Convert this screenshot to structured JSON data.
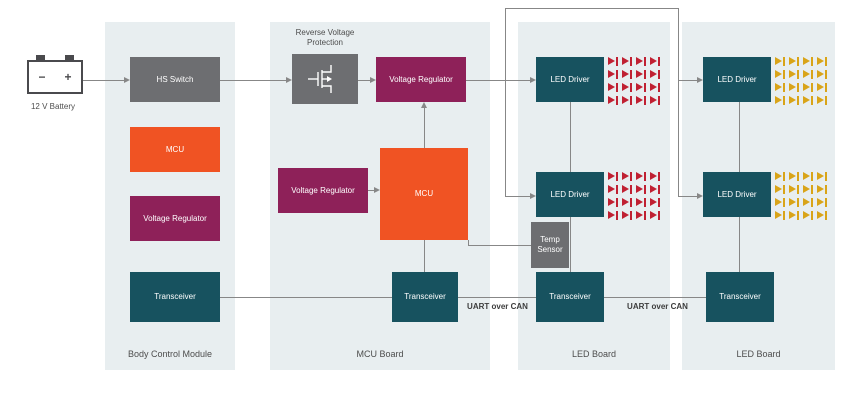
{
  "colors": {
    "panel": "#e8eef0",
    "gray_block": "#6d6e71",
    "orange_block": "#f05323",
    "purple_block": "#8e2159",
    "teal_block": "#17525f",
    "led_red": "#c02032",
    "led_amber": "#d9a418",
    "line": "#878787"
  },
  "battery": {
    "label": "12 V Battery",
    "minus": "−",
    "plus": "+"
  },
  "bcm": {
    "board_label": "Body Control Module",
    "hs_switch": "HS Switch",
    "mcu": "MCU",
    "voltage_regulator": "Voltage Regulator",
    "transceiver": "Transceiver"
  },
  "mcu_board": {
    "board_label": "MCU Board",
    "rvp_label": "Reverse Voltage Protection",
    "voltage_regulator_top": "Voltage Regulator",
    "voltage_regulator_mid": "Voltage Regulator",
    "mcu": "MCU",
    "transceiver": "Transceiver"
  },
  "led_board_1": {
    "board_label": "LED Board",
    "led_driver_top": "LED Driver",
    "led_driver_mid": "LED Driver",
    "temp_sensor": "Temp Sensor",
    "transceiver": "Transceiver",
    "led_array_top": {
      "rows": 4,
      "cols": 4,
      "color": "#c02032"
    },
    "led_array_mid": {
      "rows": 4,
      "cols": 4,
      "color": "#c02032"
    }
  },
  "led_board_2": {
    "board_label": "LED Board",
    "led_driver_top": "LED Driver",
    "led_driver_mid": "LED Driver",
    "transceiver": "Transceiver",
    "led_array_top": {
      "rows": 4,
      "cols": 4,
      "color": "#d9a418"
    },
    "led_array_mid": {
      "rows": 4,
      "cols": 4,
      "color": "#d9a418"
    }
  },
  "labels": {
    "uart_over_can_1": "UART over CAN",
    "uart_over_can_2": "UART over CAN"
  }
}
